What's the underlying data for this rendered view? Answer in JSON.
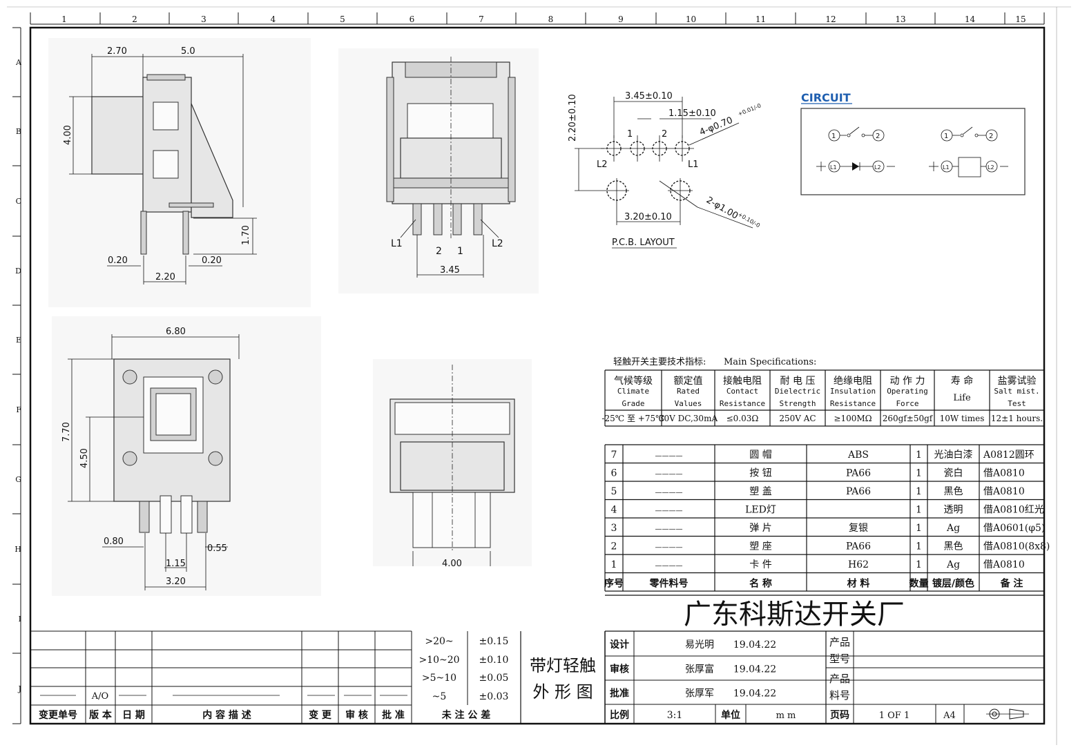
{
  "grid": {
    "columns": [
      "1",
      "2",
      "3",
      "4",
      "5",
      "6",
      "7",
      "8",
      "9",
      "10",
      "11",
      "12",
      "13",
      "14",
      "15"
    ],
    "rows": [
      "A",
      "B",
      "C",
      "D",
      "E",
      "F",
      "G",
      "H",
      "I",
      "J"
    ]
  },
  "dimensions": {
    "side_view": [
      "2.70",
      "5.0",
      "4.00",
      "1.70",
      "0.20",
      "0.20",
      "2.20"
    ],
    "front_view": [
      "L1",
      "2",
      "1",
      "L2",
      "3.45"
    ],
    "top_view": [
      "6.80",
      "7.70",
      "4.50",
      "0.80",
      "0.55",
      "1.15",
      "3.20"
    ],
    "bottom_view": [
      "4.00"
    ]
  },
  "pcb": {
    "dims": [
      "3.45±0.10",
      "1.15±0.10",
      "2.20±0.10",
      "3.20±0.10"
    ],
    "hole_small": "4-φ0.70",
    "hole_small_tol": "+0.01/-0",
    "hole_large": "2-φ1.00",
    "hole_large_tol": "+0.10/-0",
    "labels": [
      "1",
      "2",
      "L2",
      "L1"
    ],
    "caption": "P.C.B. LAYOUT"
  },
  "circuit": {
    "title": "CIRCUIT",
    "color": "#1f5fb0",
    "nodes": [
      "1",
      "2",
      "L1",
      "L2"
    ]
  },
  "specs": {
    "title_cn": "轻触开关主要技术指标:",
    "title_en": "Main Specifications:",
    "headers": [
      {
        "cn": "气候等级",
        "en1": "Climate",
        "en2": "Grade"
      },
      {
        "cn": "额定值",
        "en1": "Rated",
        "en2": "Values"
      },
      {
        "cn": "接触电阻",
        "en1": "Contact",
        "en2": "Resistance"
      },
      {
        "cn": "耐 电 压",
        "en1": "Dielectric",
        "en2": "Strength"
      },
      {
        "cn": "绝缘电阻",
        "en1": "Insulation",
        "en2": "Resistance"
      },
      {
        "cn": "动 作 力",
        "en1": "Operating",
        "en2": "Force"
      },
      {
        "cn": "寿   命",
        "en1": "Life",
        "en2": ""
      },
      {
        "cn": "盐雾试验",
        "en1": "Salt mist.",
        "en2": "Test"
      }
    ],
    "values": [
      "-25℃ 至 +75℃",
      "30V DC,30mA",
      "≤0.03Ω",
      "250V AC",
      "≥100MΩ",
      "260gf±50gf",
      "10W times",
      "12±1 hours."
    ]
  },
  "bom": {
    "rows": [
      {
        "no": "7",
        "part": "————",
        "name": "圆  帽",
        "material": "ABS",
        "qty": "1",
        "finish": "光油白漆",
        "note": "A0812圆环"
      },
      {
        "no": "6",
        "part": "————",
        "name": "按  钮",
        "material": "PA66",
        "qty": "1",
        "finish": "瓷白",
        "note": "借A0810"
      },
      {
        "no": "5",
        "part": "————",
        "name": "塑  盖",
        "material": "PA66",
        "qty": "1",
        "finish": "黑色",
        "note": "借A0810"
      },
      {
        "no": "4",
        "part": "————",
        "name": "LED灯",
        "material": "",
        "qty": "1",
        "finish": "透明",
        "note": "借A0810红光"
      },
      {
        "no": "3",
        "part": "————",
        "name": "弹  片",
        "material": "复银",
        "qty": "1",
        "finish": "Ag",
        "note": "借A0601(φ5)"
      },
      {
        "no": "2",
        "part": "————",
        "name": "塑  座",
        "material": "PA66",
        "qty": "1",
        "finish": "黑色",
        "note": "借A0810(8x8)"
      },
      {
        "no": "1",
        "part": "————",
        "name": "卡  件",
        "material": "H62",
        "qty": "1",
        "finish": "Ag",
        "note": "借A0810"
      }
    ],
    "header": {
      "no": "序号",
      "part": "零件料号",
      "name": "名  称",
      "material": "材  料",
      "qty": "数量",
      "finish": "镀层/颜色",
      "note": "备  注"
    }
  },
  "company": "广东科斯达开关厂",
  "tolerance": {
    "rows": [
      {
        "range": ">20~",
        "tol": "±0.15"
      },
      {
        "range": ">10~20",
        "tol": "±0.10"
      },
      {
        "range": ">5~10",
        "tol": "±0.05"
      },
      {
        "range": "~5",
        "tol": "±0.03"
      }
    ],
    "footer": "未 注 公 差"
  },
  "revision": {
    "version": "A/O",
    "headers": [
      "变更单号",
      "版 本",
      "日 期",
      "内 容 描 述",
      "变 更",
      "审 核",
      "批 准"
    ]
  },
  "drawing_title": [
    "带灯轻触",
    "外 形 图"
  ],
  "approval": {
    "rows": [
      {
        "label": "设计",
        "name": "易光明",
        "date": "19.04.22"
      },
      {
        "label": "审核",
        "name": "张厚富",
        "date": "19.04.22"
      },
      {
        "label": "批准",
        "name": "张厚军",
        "date": "19.04.22"
      }
    ],
    "product_model_label": "产品型号",
    "product_no_label": "产品料号",
    "scale_label": "比例",
    "scale": "3:1",
    "unit_label": "单位",
    "unit": "m m",
    "page_label": "页码",
    "page": "1 OF 1",
    "size": "A4"
  }
}
